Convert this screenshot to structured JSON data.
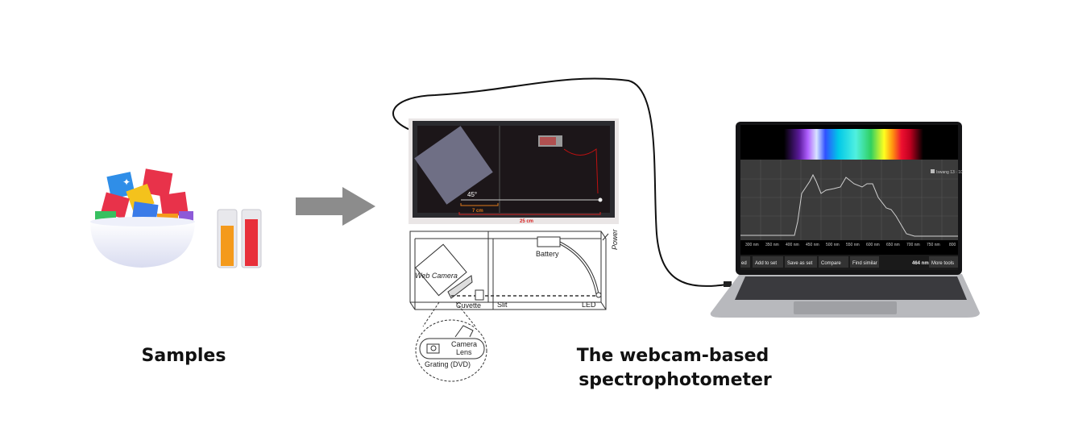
{
  "labels": {
    "samples": "Samples",
    "device_line1": "The webcam-based",
    "device_line2": "spectrophotometer"
  },
  "photo": {
    "angle": "45°",
    "distance_short": "7 cm",
    "distance_long": "25 cm"
  },
  "schematic": {
    "web_camera": "Web Camera",
    "battery": "Battery",
    "power": "Power",
    "cuvette": "Cuvette",
    "slit": "Slit",
    "led": "LED",
    "camera_lens_1": "Camera",
    "camera_lens_2": "Lens",
    "grating": "Grating (DVD)"
  },
  "screen": {
    "legend": "Iswang 13 · 10",
    "x_ticks": [
      "300 nm",
      "350 nm",
      "400 nm",
      "450 nm",
      "500 nm",
      "550 nm",
      "600 nm",
      "650 nm",
      "700 nm",
      "750 nm",
      "800"
    ],
    "buttons": [
      "ed",
      "Add to set",
      "Save as set",
      "Compare",
      "Find similar"
    ],
    "wavelength": "464 nm",
    "more_tools": "More tools"
  },
  "colors": {
    "arrow": "#8c8c8c",
    "screen_bg": "#3b3b3b",
    "measure_orange": "#e07a1a",
    "measure_red": "#d82020"
  }
}
